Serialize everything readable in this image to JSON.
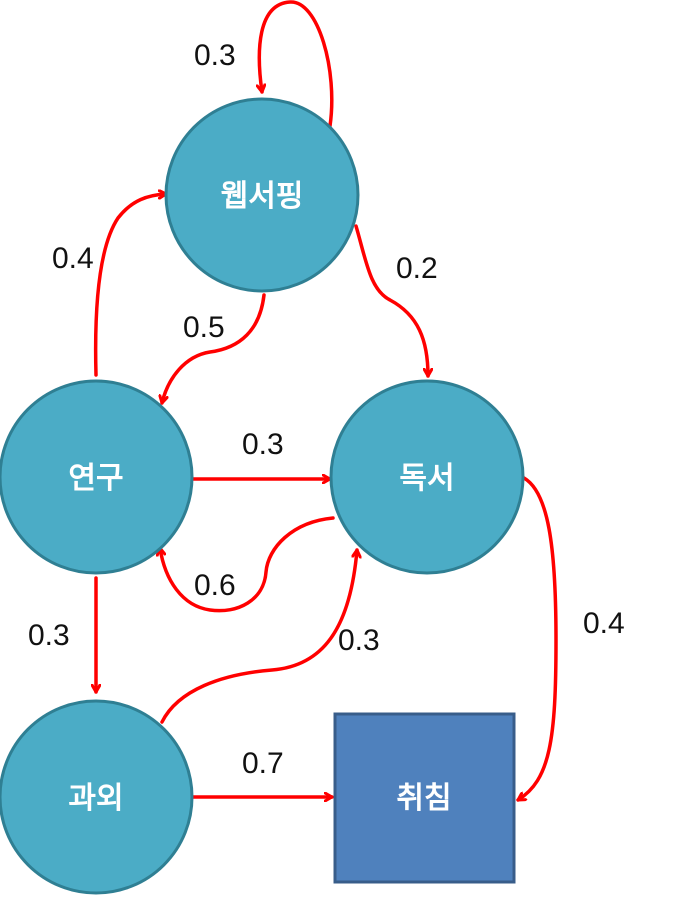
{
  "colors": {
    "node_fill": "#4bacc6",
    "node_stroke": "#2f7f93",
    "terminal_fill": "#4f81bd",
    "terminal_stroke": "#385d8a",
    "edge": "#ff0000"
  },
  "nodes": {
    "websurfing": "웹서핑",
    "research": "연구",
    "reading": "독서",
    "tutoring": "과외",
    "sleep": "취침"
  },
  "edges": {
    "websurfing_self": "0.3",
    "research_to_websurfing": "0.4",
    "websurfing_to_reading": "0.2",
    "websurfing_to_research": "0.5",
    "research_to_reading": "0.3",
    "reading_to_research": "0.6",
    "research_to_tutoring": "0.3",
    "tutoring_to_reading": "0.3",
    "reading_to_sleep": "0.4",
    "tutoring_to_sleep": "0.7"
  }
}
